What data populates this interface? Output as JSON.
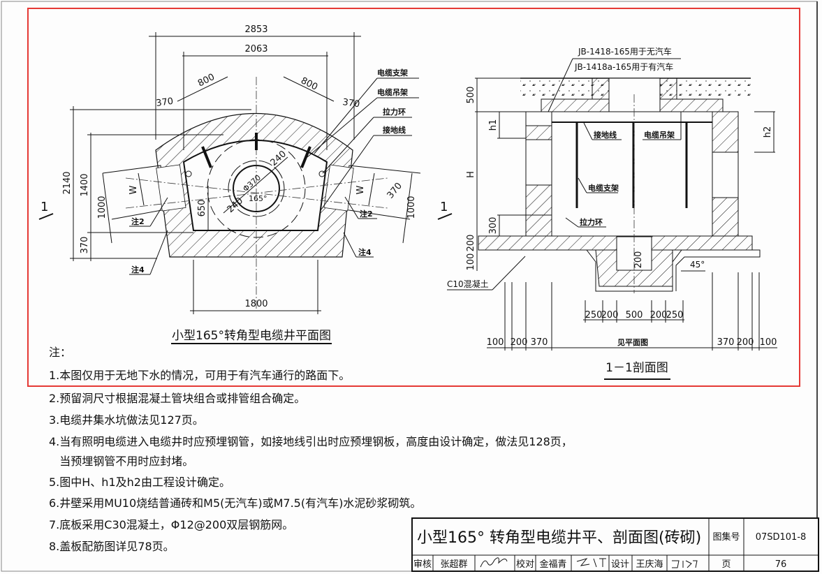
{
  "highlight_color": "#e53935",
  "plan_view": {
    "title": "小型165°转角型电缆井平面图",
    "dims": {
      "d2853": "2853",
      "d2063": "2063",
      "d800a": "800",
      "d800b": "800",
      "d370a": "370",
      "d370b": "370",
      "d370c": "370",
      "d2140": "2140",
      "d1400": "1400",
      "d1000a": "1000",
      "d1000b": "1000",
      "d370d": "370",
      "w1": "W",
      "w2": "W",
      "d650": "650",
      "d240a": "240",
      "d240b": "240",
      "dia": "Φ370",
      "angle": "165°",
      "d1800": "1800"
    },
    "labels": {
      "bracket": "电缆支架",
      "hanger": "电缆吊架",
      "pull_ring": "拉力环",
      "ground": "接地线",
      "note2_left": "注2",
      "note4_left": "注4",
      "note2_right": "注2",
      "note4_right": "注4"
    },
    "section_mark_left": "1",
    "section_mark_right": "1"
  },
  "section_view": {
    "title": "1－1剖面图",
    "cover_no_vehicle": "JB-1418-165用于无汽车",
    "cover_vehicle": "JB-1418a-165用于有汽车",
    "labels": {
      "ground": "接地线",
      "hanger": "电缆吊架",
      "bracket": "电缆支架",
      "pull_ring": "拉力环",
      "concrete": "C10混凝土",
      "angle": "45°"
    },
    "dims": {
      "d500": "500",
      "h1": "h1",
      "H": "H",
      "h2": "h2",
      "d300": "300",
      "d200": "200",
      "d100": "100",
      "sump200": "200"
    },
    "sump_dims": [
      "250",
      "200",
      "500",
      "200",
      "250"
    ],
    "bottom_dims": {
      "l100": "100",
      "l200": "200",
      "l370": "370",
      "mid": "见平面图",
      "r370": "370",
      "r200": "200",
      "r100": "100"
    }
  },
  "notes": {
    "heading": "注：",
    "items": [
      "1.本图仅用于无地下水的情况，可用于有汽车通行的路面下。",
      "2.预留洞尺寸根据混凝土管块组合或排管组合确定。",
      "3.电缆井集水坑做法见127页。",
      "4.当有照明电缆进入电缆井时应预埋钢管，如接地线引出时应预埋钢板，高度由设计确定，做法见128页，",
      "   当预埋钢管不用时应封堵。",
      "5.图中H、h1及h2由工程设计确定。",
      "6.井壁采用MU10烧结普通砖和M5(无汽车)或M7.5(有汽车)水泥砂浆砌筑。",
      "7.底板采用C30混凝土，Φ12@200双层钢筋网。",
      "8.盖板配筋图详见78页。"
    ]
  },
  "title_block": {
    "title": "小型165°  转角型电缆井平、剖面图(砖砌)",
    "atlas_label": "图集号",
    "atlas_no": "07SD101-8",
    "review_label": "审核",
    "reviewer": "张超群",
    "reviewer_signature": "张超群",
    "check_label": "校对",
    "checker": "金福青",
    "checker_signature": "金福青",
    "design_label": "设计",
    "designer": "王庆海",
    "designer_signature": "王庆海",
    "page_label": "页",
    "page_no": "76"
  }
}
